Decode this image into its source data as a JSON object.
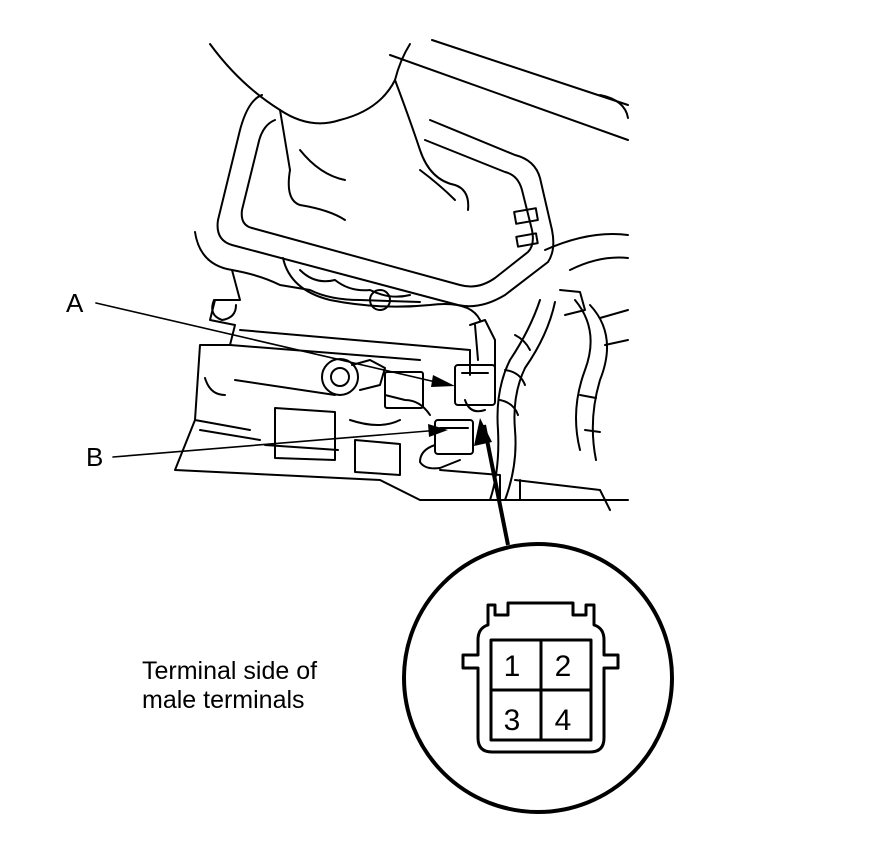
{
  "callouts": {
    "a_label": "A",
    "b_label": "B"
  },
  "detail": {
    "caption_line1": "Terminal side of",
    "caption_line2": "male terminals",
    "pins": [
      "1",
      "2",
      "3",
      "4"
    ]
  },
  "colors": {
    "ink": "#000000",
    "paper": "#ffffff"
  }
}
